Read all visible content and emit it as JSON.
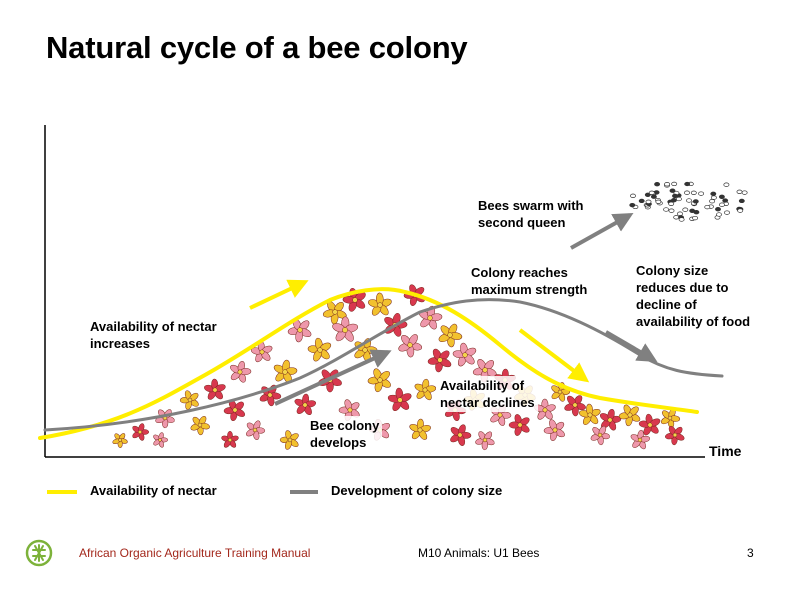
{
  "slide": {
    "title": "Natural cycle of a bee colony"
  },
  "diagram": {
    "labels": {
      "nectar_increases": "Availability of nectar\nincreases",
      "colony_develops": "Bee colony\ndevelops",
      "nectar_declines": "Availability of\nnectar declines",
      "max_strength": "Colony reaches\nmaximum strength",
      "swarm": "Bees swarm with\nsecond queen",
      "size_reduces": "Colony size\nreduces due to\ndecline of\navailability of food",
      "time_axis": "Time"
    },
    "colors": {
      "nectar_line": "#ffee00",
      "colony_line": "#808080",
      "flower_red": "#d8384e",
      "flower_pink": "#ee98ab",
      "flower_yellow": "#f2c12e",
      "arrow_grey": "#808080"
    }
  },
  "legend": {
    "nectar": "Availability of nectar",
    "colony": "Development of colony size"
  },
  "footer": {
    "manual": "African Organic Agriculture Training Manual",
    "module": "M10 Animals: U1 Bees",
    "page": "3",
    "manual_color": "#a3281c",
    "logo_color": "#7db23a"
  }
}
